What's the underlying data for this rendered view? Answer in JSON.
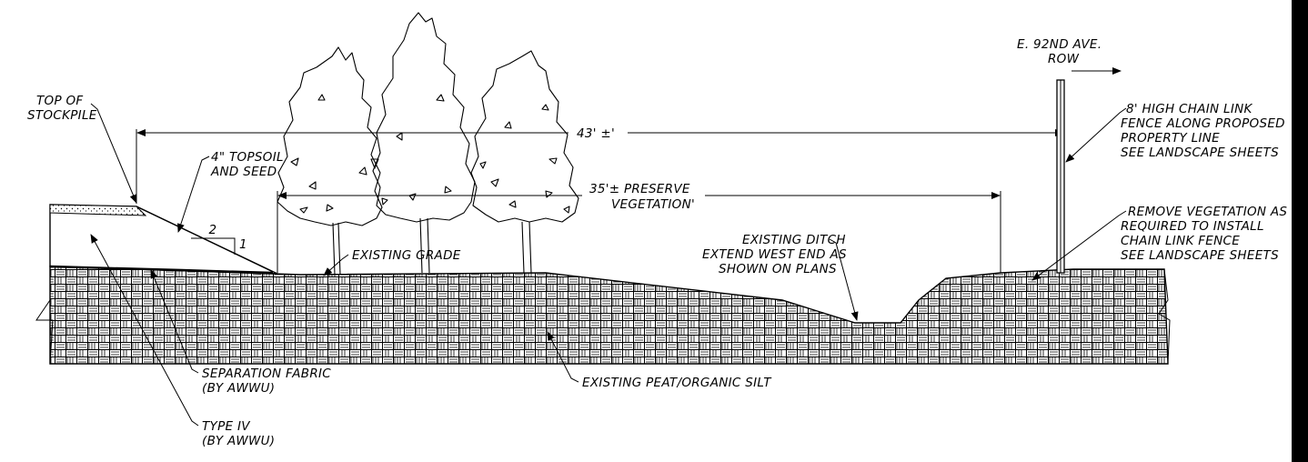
{
  "annotations": {
    "row_title": "E. 92ND AVE.",
    "row_sub": "ROW",
    "top_stockpile_1": "TOP OF",
    "top_stockpile_2": "STOCKPILE",
    "topsoil_1": "4\" TOPSOIL",
    "topsoil_2": "AND SEED",
    "slope_run": "2",
    "slope_rise": "1",
    "dim_overall": "43' ±'",
    "dim_preserve_1": "35'± PRESERVE",
    "dim_preserve_2": "VEGETATION'",
    "existing_grade": "EXISTING GRADE",
    "ditch_1": "EXISTING DITCH",
    "ditch_2": "EXTEND WEST END AS",
    "ditch_3": "SHOWN ON PLANS",
    "fence_1": "8' HIGH CHAIN LINK",
    "fence_2": "FENCE ALONG PROPOSED",
    "fence_3": "PROPERTY LINE",
    "fence_4": "SEE LANDSCAPE SHEETS",
    "remove_1": "REMOVE VEGETATION AS",
    "remove_2": "REQUIRED TO INSTALL",
    "remove_3": "CHAIN LINK FENCE",
    "remove_4": "SEE LANDSCAPE SHEETS",
    "fabric_1": "SEPARATION FABRIC",
    "fabric_2": "(BY AWWU)",
    "peat": "EXISTING PEAT/ORGANIC SILT",
    "type_iv_1": "TYPE IV",
    "type_iv_2": "(BY AWWU)"
  }
}
